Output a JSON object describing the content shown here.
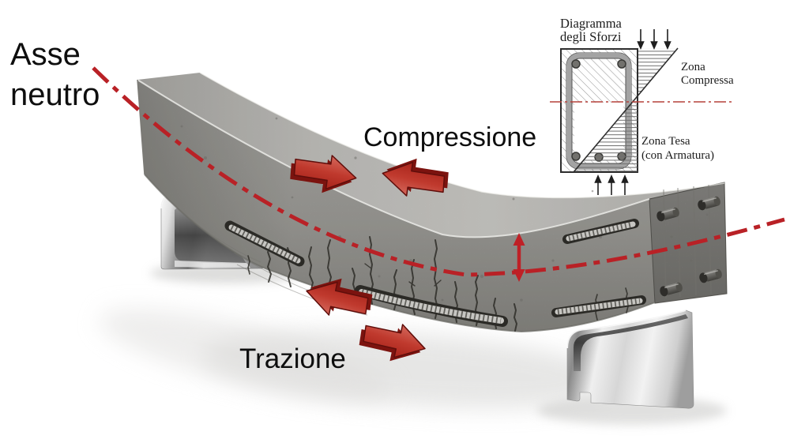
{
  "labels": {
    "asse_line1": "Asse",
    "asse_line2": "neutro",
    "compressione": "Compressione",
    "trazione": "Trazione"
  },
  "inset": {
    "title_line1": "Diagramma",
    "title_line2": "degli Sforzi",
    "zona_compressa_line1": "Zona",
    "zona_compressa_line2": "Compressa",
    "zona_tesa_line1": "Zona Tesa",
    "zona_tesa_line2": "(con Armatura)"
  },
  "colors": {
    "accent_red": "#bf2026",
    "neutral_axis_red": "#b92126",
    "arrow_dark_red": "#7c130f",
    "concrete_top": "#c9c8c4",
    "concrete_front": "#a9a8a3",
    "end_panel_gray": "#8e8d88",
    "chrome_light": "#efefef",
    "chrome_dark": "#3f3f3f",
    "inset_line": "#2e2e2e",
    "text_black": "#111111"
  },
  "icons": {
    "compression_arrows": "two opposing red block arrows",
    "tension_arrows": "two diverging red block arrows",
    "deflection_arrow": "red vertical double-headed arrow",
    "load_arrows": "three downward arrows",
    "reaction_arrows": "three upward arrows"
  }
}
